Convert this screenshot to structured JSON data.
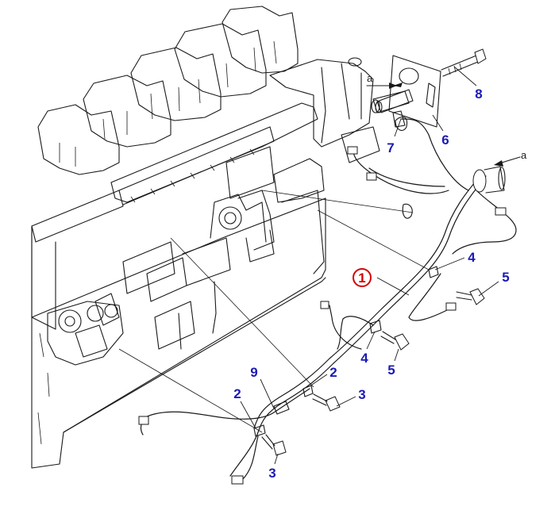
{
  "colors": {
    "callout_text": "#1a1ab4",
    "highlight_circle": "#d40000",
    "line_art": "#1a1a1a",
    "background": "#ffffff"
  },
  "view_marker": "a",
  "callouts": {
    "c1": "1",
    "c2a": "2",
    "c2b": "2",
    "c3a": "3",
    "c3b": "3",
    "c4a": "4",
    "c4b": "4",
    "c5a": "5",
    "c5b": "5",
    "c6": "6",
    "c7": "7",
    "c8": "8",
    "c9": "9"
  }
}
